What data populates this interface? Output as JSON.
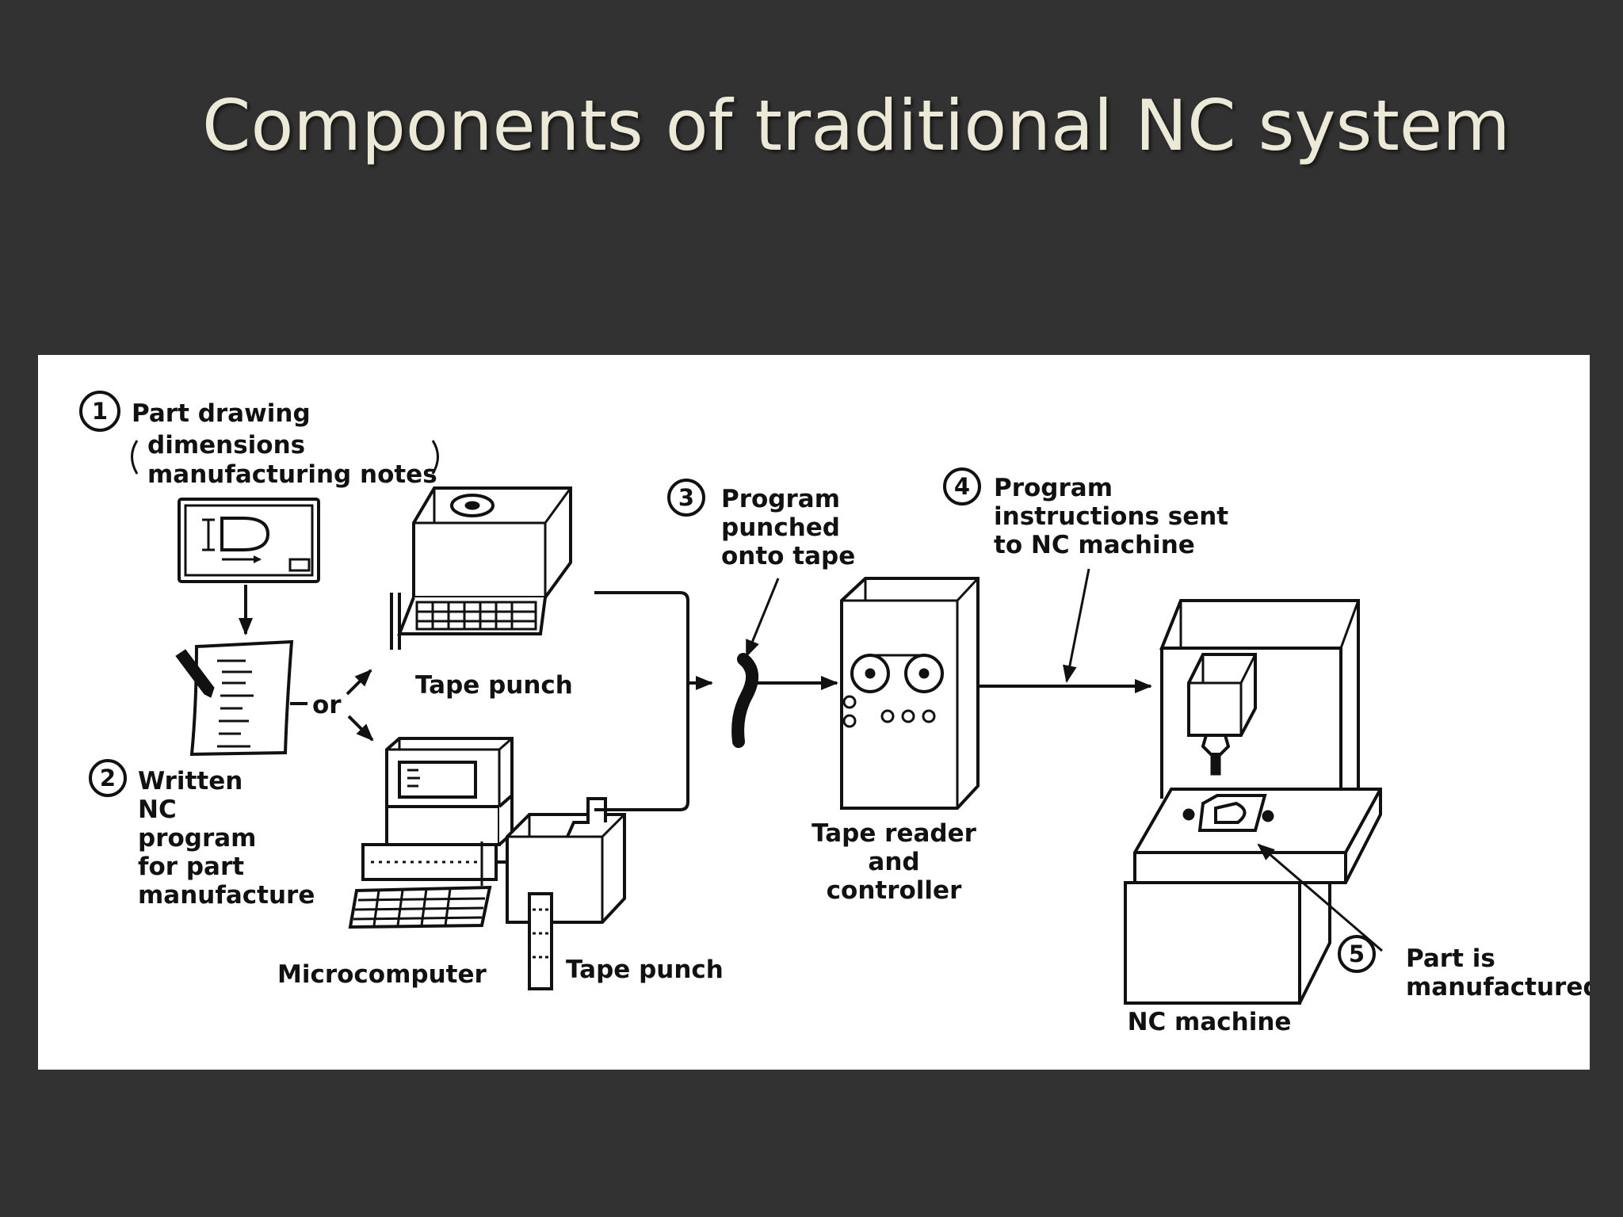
{
  "title": "Components of traditional NC system",
  "steps": [
    {
      "num": "1",
      "lines": [
        "Part drawing"
      ]
    },
    {
      "num": "2",
      "lines": [
        "Written",
        "NC",
        "program",
        "for part",
        "manufacture"
      ]
    },
    {
      "num": "3",
      "lines": [
        "Program",
        "punched",
        "onto tape"
      ]
    },
    {
      "num": "4",
      "lines": [
        "Program",
        "instructions sent",
        "to NC machine"
      ]
    },
    {
      "num": "5",
      "lines": [
        "Part is",
        "manufactured"
      ]
    }
  ],
  "part_drawing_notes": [
    "dimensions",
    "manufacturing notes"
  ],
  "or_label": "or",
  "devices": {
    "tape_punch_top": "Tape punch",
    "microcomputer": "Microcomputer",
    "tape_punch_bottom": "Tape punch",
    "tape_reader": [
      "Tape reader",
      "and",
      "controller"
    ],
    "nc_machine": "NC machine"
  }
}
